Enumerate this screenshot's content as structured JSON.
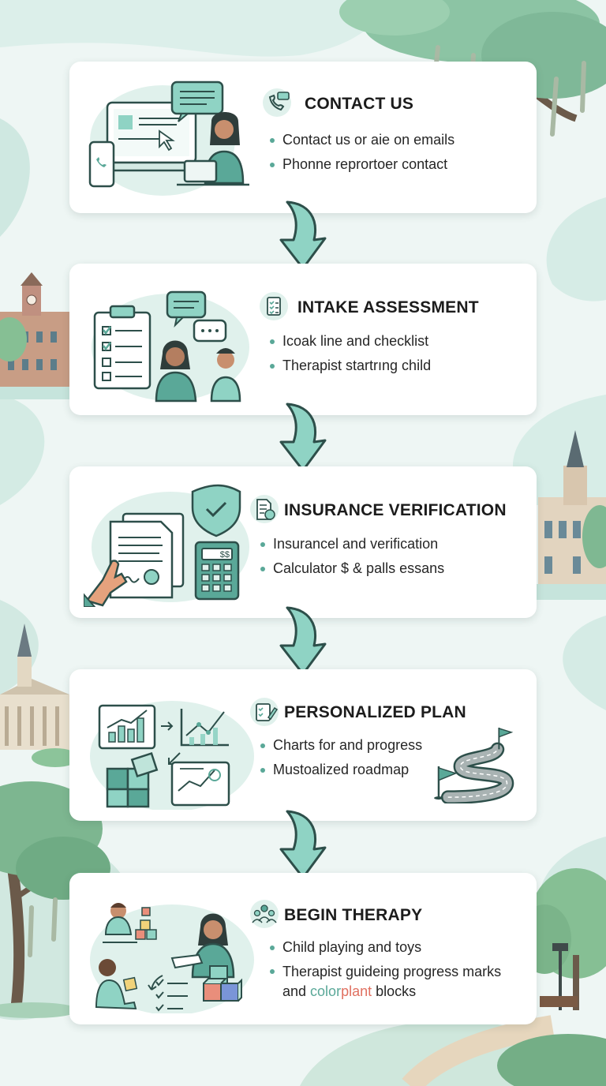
{
  "colors": {
    "accent": "#5aa898",
    "arrow_fill": "#8fd3c4",
    "arrow_stroke": "#2d4f4a",
    "text": "#1c1c1c",
    "highlight_red": "#e07060"
  },
  "steps": [
    {
      "title": "CONTACT US",
      "icon": "phone-chat-icon",
      "bullets": [
        "Contact us or aie on emails",
        "Phonne reprortoer contact"
      ]
    },
    {
      "title": "INTAKE ASSESSMENT",
      "icon": "checklist-icon",
      "bullets": [
        "Icoak line and checklist",
        "Therapist startrıng child"
      ]
    },
    {
      "title": "INSURANCE VERIFICATION",
      "icon": "dollar-document-icon",
      "bullets": [
        "Insurancel and verification",
        "Calculator $ & palls essans"
      ],
      "calculator_display": "$$"
    },
    {
      "title": "PERSONALIZED PLAN",
      "icon": "clipboard-pen-icon",
      "bullets": [
        "Charts for and progress",
        "Mustoalized roadmap"
      ]
    },
    {
      "title": "BEGIN THERAPY",
      "icon": "people-group-icon",
      "bullets": [
        "Child playing and toys"
      ],
      "bullet_multiline": {
        "line1": "Therapist guideing progress marks",
        "line2_start": "and ",
        "line2_green": "color",
        "line2_red": "plant",
        "line2_end": " blocks"
      }
    }
  ]
}
